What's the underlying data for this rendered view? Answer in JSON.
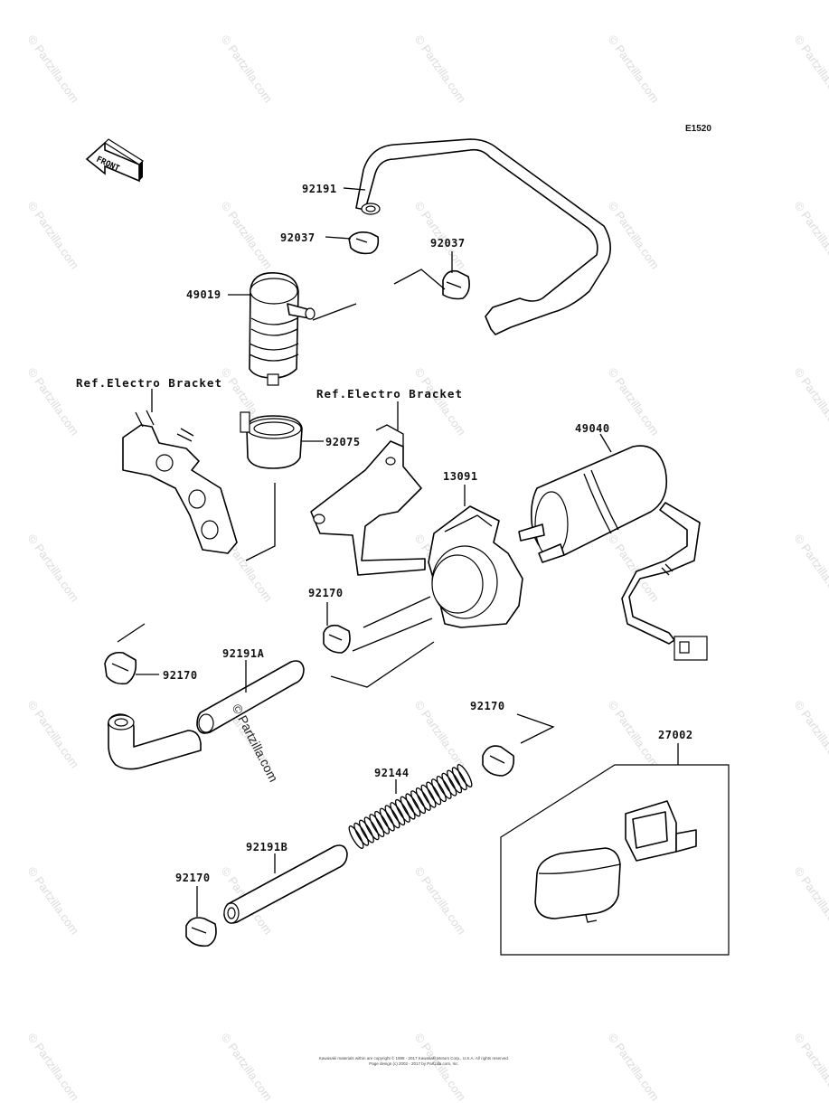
{
  "diagram_code": "E1520",
  "front_label": "FRONT",
  "labels": {
    "p92191": "92191",
    "p92037_left": "92037",
    "p92037_right": "92037",
    "p49019": "49019",
    "ref_bracket_left": "Ref.Electro Bracket",
    "ref_bracket_mid": "Ref.Electro Bracket",
    "p92075": "92075",
    "p49040": "49040",
    "p13091": "13091",
    "p92170_mid": "92170",
    "p92170_left": "92170",
    "p92191A": "92191A",
    "p92170_right": "92170",
    "p27002": "27002",
    "p92144": "92144",
    "p92191B": "92191B",
    "p92170_bottom": "92170"
  },
  "watermark": "© Partzilla.com",
  "copyright": {
    "line1": "Kawasaki materials within are copyright © 1998 - 2017 Kawasaki Motors Corp., U.S.A. All rights reserved.",
    "line2": "Page design (c) 2002 - 2017 by Partzilla.com, Inc."
  }
}
